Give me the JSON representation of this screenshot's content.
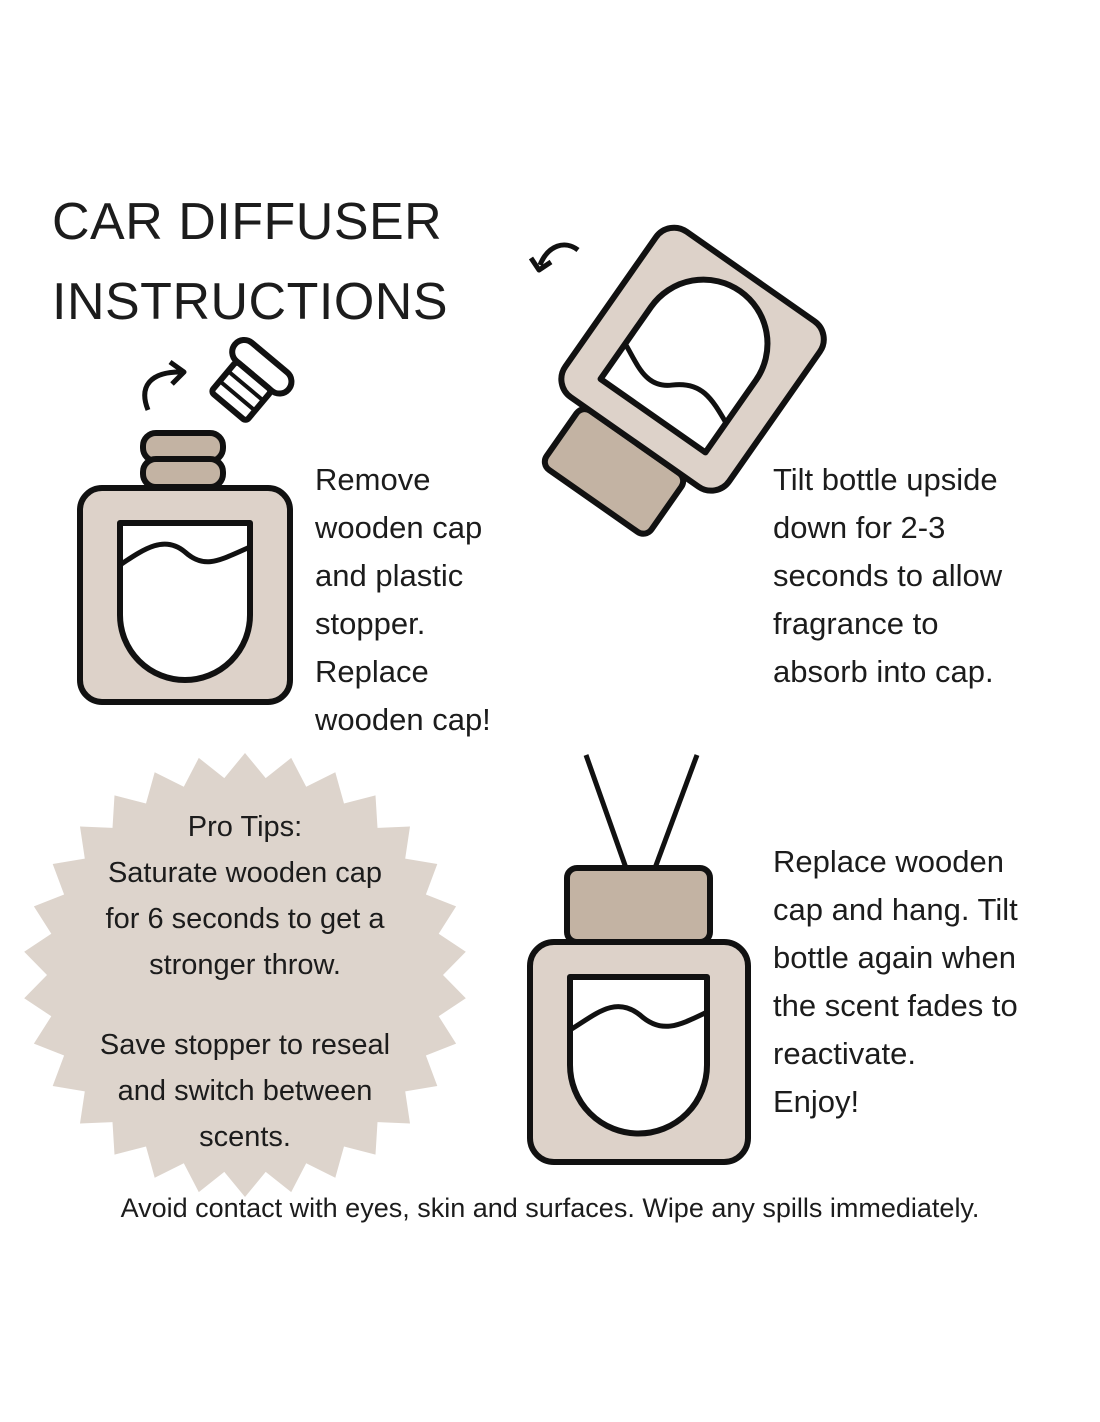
{
  "title": {
    "line1": "CAR DIFFUSER",
    "line2": "INSTRUCTIONS"
  },
  "steps": [
    {
      "lines": [
        "Remove",
        "wooden cap",
        "and plastic",
        "stopper.",
        "Replace",
        "wooden cap!"
      ]
    },
    {
      "lines": [
        "Tilt bottle upside",
        "down for 2-3",
        "seconds to allow",
        "fragrance to",
        "absorb into cap."
      ]
    },
    {
      "lines": [
        "Replace wooden",
        "cap and hang. Tilt",
        "bottle again when",
        "the scent fades to",
        "reactivate.",
        "Enjoy!"
      ]
    }
  ],
  "pro_tips": {
    "heading": "Pro Tips:",
    "tip1": [
      "Saturate wooden cap",
      "for 6 seconds to get a",
      "stronger throw."
    ],
    "tip2": [
      "Save stopper to reseal",
      "and switch between",
      "scents."
    ]
  },
  "footer": "Avoid contact with eyes, skin and surfaces. Wipe any spills immediately.",
  "colors": {
    "bottle": "#ddd2c9",
    "cap": "#c3b3a3",
    "badge": "#ddd4cc",
    "outline": "#111111"
  }
}
